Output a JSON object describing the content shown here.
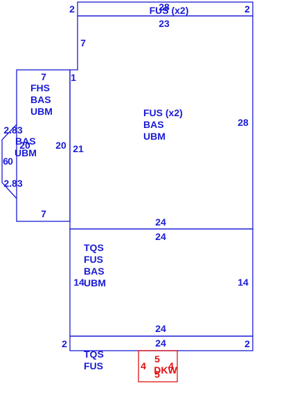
{
  "colors": {
    "line": "#1a1ad6",
    "addition": "#e01010",
    "background": "#ffffff"
  },
  "top_strip": {
    "left_dim": "2",
    "right_dim": "2",
    "top_dim": "28",
    "label": "FUS (x2)",
    "bottom_dim": "23"
  },
  "main_block": {
    "step_dim": "7",
    "left_dim": "21",
    "right_dim": "28",
    "bottom_dim": "24",
    "labels": [
      "FUS (x2)",
      "BAS",
      "UBM"
    ]
  },
  "left_wing": {
    "top_dim": "7",
    "corner_dim": "1",
    "bottom_dim": "7",
    "right_dim": "20",
    "labels": [
      "FHS",
      "BAS",
      "UBM"
    ]
  },
  "bay": {
    "upper_diag_dim": "2.83",
    "lower_diag_dim": "2.83",
    "front_dim": "6",
    "width_dim": "0",
    "inner_dim": "20",
    "labels": [
      "BAS",
      "UBM"
    ]
  },
  "lower_block": {
    "top_dim": "24",
    "left_dim": "14",
    "right_dim": "14",
    "bottom_dim": "24",
    "labels": [
      "TQS",
      "FUS",
      "BAS",
      "UBM"
    ]
  },
  "bottom_strip": {
    "left_dim": "2",
    "right_dim": "2",
    "top_dim": "24",
    "labels": [
      "TQS",
      "FUS"
    ]
  },
  "deck": {
    "label": "DKW",
    "top_dim": "5",
    "left_dim": "4",
    "right_dim": "4",
    "bottom_dim": "5"
  }
}
